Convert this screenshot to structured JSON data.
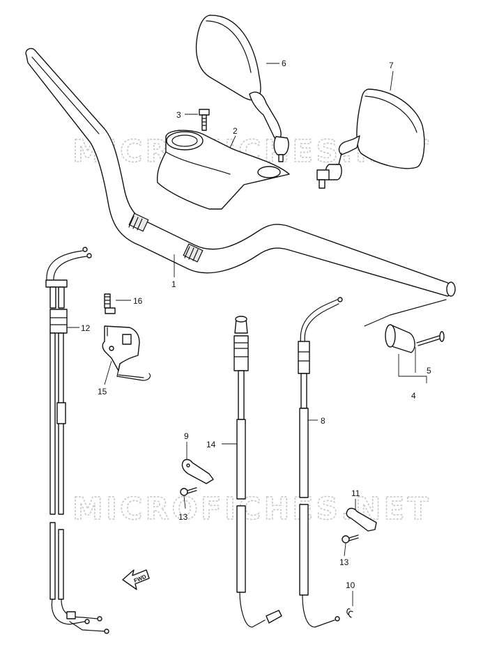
{
  "watermarks": [
    "MICROFICHES.NET",
    "MICROFICHES.NET"
  ],
  "fwd_label": "FWD",
  "callouts": [
    {
      "id": "c1",
      "text": "1"
    },
    {
      "id": "c2",
      "text": "2"
    },
    {
      "id": "c3",
      "text": "3"
    },
    {
      "id": "c4",
      "text": "4"
    },
    {
      "id": "c5",
      "text": "5"
    },
    {
      "id": "c6",
      "text": "6"
    },
    {
      "id": "c7",
      "text": "7"
    },
    {
      "id": "c8",
      "text": "8"
    },
    {
      "id": "c9",
      "text": "9"
    },
    {
      "id": "c10",
      "text": "10"
    },
    {
      "id": "c11",
      "text": "11"
    },
    {
      "id": "c12",
      "text": "12"
    },
    {
      "id": "c13a",
      "text": "13"
    },
    {
      "id": "c13b",
      "text": "13"
    },
    {
      "id": "c14",
      "text": "14"
    },
    {
      "id": "c15",
      "text": "15"
    },
    {
      "id": "c16",
      "text": "16"
    }
  ]
}
